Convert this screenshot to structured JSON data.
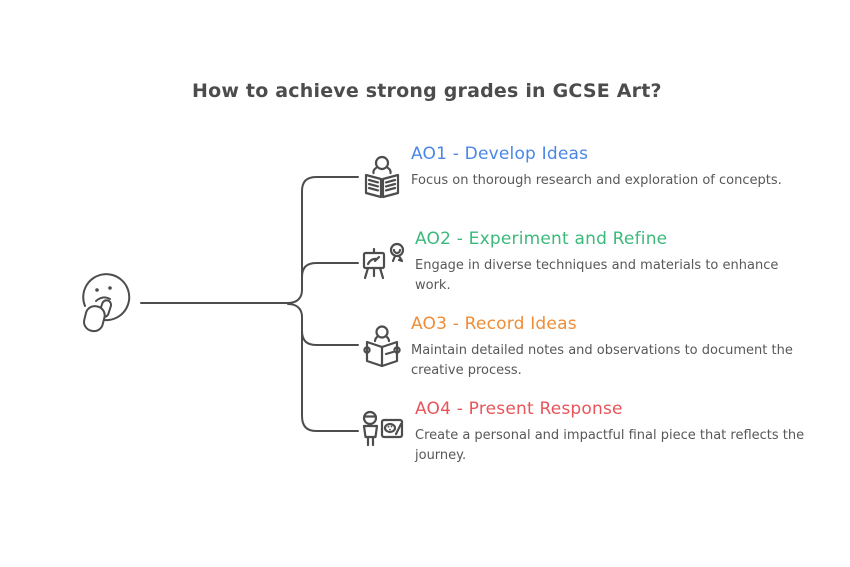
{
  "title": "How to achieve strong grades in GCSE Art?",
  "title_color": "#4c4c4c",
  "line_color": "#4d4d4d",
  "body_text_color": "#585858",
  "central_figure": "thinking-person",
  "branches": [
    {
      "code": "AO1",
      "heading": "AO1 - Develop Ideas",
      "description": "Focus on thorough research and exploration of concepts.",
      "color": "#4a86e8",
      "icon": "study-open-book-icon"
    },
    {
      "code": "AO2",
      "heading": "AO2 - Experiment and Refine",
      "description": "Engage in diverse techniques and materials to enhance work.",
      "color": "#3bb97a",
      "icon": "easel-award-icon"
    },
    {
      "code": "AO3",
      "heading": "AO3 - Record Ideas",
      "description": "Maintain detailed notes and observations to document the creative process.",
      "color": "#ef8c35",
      "icon": "person-reading-book-icon"
    },
    {
      "code": "AO4",
      "heading": "AO4 - Present Response",
      "description": "Create a personal and impactful final piece that reflects the journey.",
      "color": "#e9545a",
      "icon": "presenter-palette-icon"
    }
  ]
}
